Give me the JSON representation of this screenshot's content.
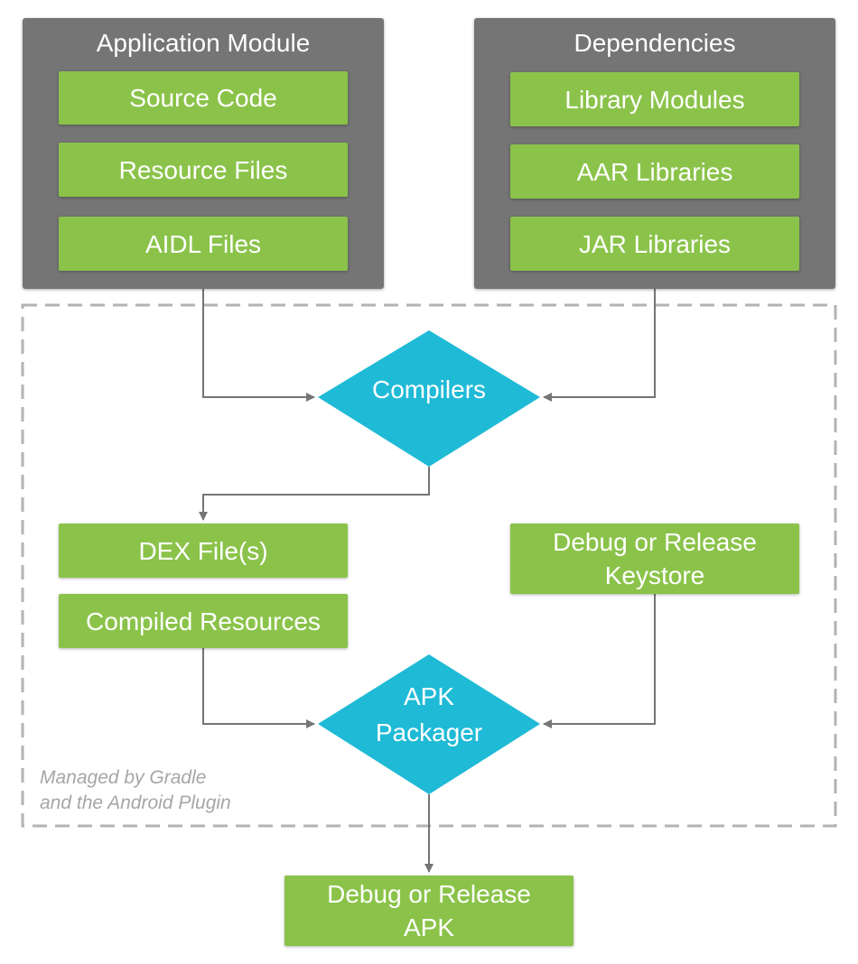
{
  "application_module": {
    "title": "Application Module",
    "items": [
      "Source Code",
      "Resource Files",
      "AIDL Files"
    ]
  },
  "dependencies": {
    "title": "Dependencies",
    "items": [
      "Library Modules",
      "AAR Libraries",
      "JAR Libraries"
    ]
  },
  "compilers": {
    "label": "Compilers"
  },
  "dex_files": {
    "label": "DEX File(s)"
  },
  "compiled_resources": {
    "label": "Compiled Resources"
  },
  "keystore": {
    "label": "Debug or Release\nKeystore"
  },
  "apk_packager": {
    "label": "APK\nPackager"
  },
  "managed_note": "Managed by Gradle\nand the Android Plugin",
  "output_apk": {
    "label": "Debug or Release\nAPK"
  },
  "colors": {
    "container": "#757575",
    "box": "#8bc34a",
    "diamond": "#1fbad6",
    "connector": "#757575",
    "dashed_border": "#b3b3b3",
    "note_text": "#a6a6a6"
  }
}
